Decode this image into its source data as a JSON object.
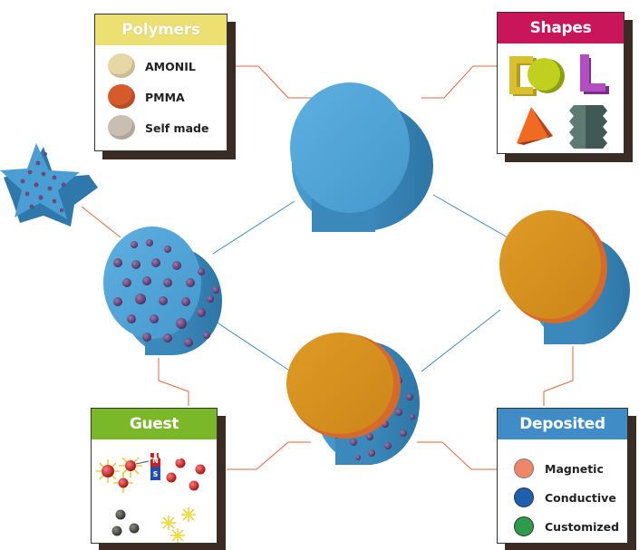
{
  "colors": {
    "cylinder_blue": "#3f93c8",
    "cylinder_side": "#2f7aa8",
    "disc_orange": "#d8911f",
    "particle": "#6a4a7a",
    "connector_orange": "#e2683c",
    "connector_blue": "#3f8cc6",
    "polymers_header": "#ece073",
    "shapes_header": "#c9165a",
    "guest_header": "#7ab829",
    "deposited_header": "#3f8cc6",
    "shadow": "#3a2c22"
  },
  "polymers": {
    "title": "Polymers",
    "items": [
      {
        "label": "AMONIL",
        "color": "#e8d7a6"
      },
      {
        "label": "PMMA",
        "color": "#d65a2c"
      },
      {
        "label": "Self made",
        "color": "#c8beb2"
      }
    ]
  },
  "shapes": {
    "title": "Shapes",
    "icons": [
      "c-shape-icon",
      "l-shape-icon",
      "pyramid-icon",
      "zigzag-prism-icon"
    ]
  },
  "guest": {
    "title": "Guest Particles",
    "icons": [
      "red-particles-icon",
      "magnet-icon",
      "dark-particles-icon",
      "yellow-particles-icon"
    ],
    "magnet_letters": {
      "north": "N",
      "south": "S"
    }
  },
  "deposited": {
    "title": "Deposited layer",
    "items": [
      {
        "label": "Magnetic",
        "color": "#ef8668"
      },
      {
        "label": "Conductive",
        "color": "#1f5fb0"
      },
      {
        "label": "Customized",
        "color": "#2e9a4a"
      }
    ]
  }
}
